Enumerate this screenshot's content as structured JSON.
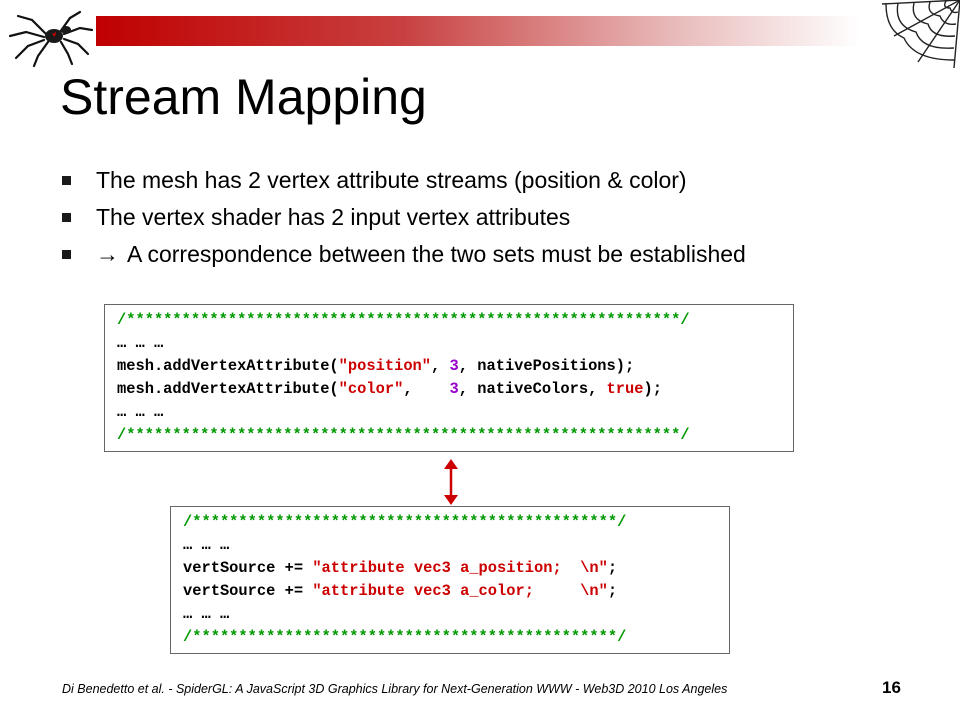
{
  "slide": {
    "title": "Stream Mapping",
    "bullets": [
      "The mesh has 2 vertex attribute streams (position & color)",
      "The vertex shader has 2 input vertex attributes",
      "A correspondence between the two sets must be established"
    ],
    "bullet3_arrow": "→",
    "code_js": {
      "border": "/************************************************************/",
      "ellipsis": "… … …",
      "line1_a": "mesh.addVertexAttribute(",
      "line1_str": "\"position\"",
      "line1_b": ", ",
      "line1_num": "3",
      "line1_c": ", nativePositions);",
      "line2_a": "mesh.addVertexAttribute(",
      "line2_str": "\"color\"",
      "line2_b": ",    ",
      "line2_num": "3",
      "line2_c": ", nativeColors, ",
      "line2_kw": "true",
      "line2_d": ");"
    },
    "code_glsl": {
      "border": "/**********************************************/",
      "ellipsis": "… … …",
      "line1_a": "vertSource += ",
      "line1_str": "\"attribute vec3 a_position;  \\n\"",
      "line1_b": ";",
      "line2_a": "vertSource += ",
      "line2_str": "\"attribute vec3 a_color;     \\n\"",
      "line2_b": ";"
    },
    "footer": "Di Benedetto et al. - SpiderGL: A JavaScript 3D Graphics Library for Next-Generation WWW - Web3D 2010 Los Angeles",
    "page_number": "16"
  },
  "colors": {
    "accent_bar": "#c00000",
    "comment": "#009900",
    "string": "#cc0000",
    "number": "#9900cc",
    "arrow": "#cc0000"
  },
  "icons": [
    "spider-logo-icon",
    "spider-web-icon",
    "double-arrow-icon",
    "right-arrow-icon"
  ]
}
